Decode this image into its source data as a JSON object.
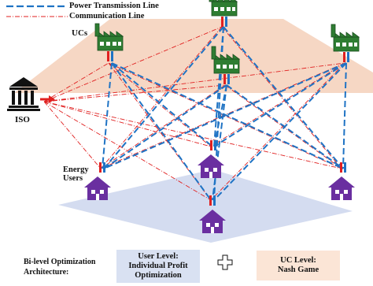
{
  "legend": {
    "power_line": "Power Transmission Line",
    "comm_line": "Communication Line"
  },
  "labels": {
    "ucs": "UCs",
    "iso": "ISO",
    "energy_users": "Energy\nUsers"
  },
  "footer": {
    "architecture": "Bi-level Optimization\nArchitecture:",
    "user_level": "User Level:\nIndividual Profit\nOptimization",
    "plus_symbol": "✚",
    "uc_level": "UC Level:\nNash Game"
  },
  "colors": {
    "power": "#1f73c4",
    "comm": "#e02020",
    "uc_plane": "#f6d7c4",
    "user_plane": "#d4dcf0",
    "factory": "#2e7d32",
    "house": "#6a2fa0",
    "user_box": "#d9e1f2",
    "uc_box": "#fbe5d6"
  },
  "icons": {
    "factory": "factory-icon",
    "house": "house-icon",
    "iso": "institution-icon",
    "plus": "plus-outline-icon"
  }
}
